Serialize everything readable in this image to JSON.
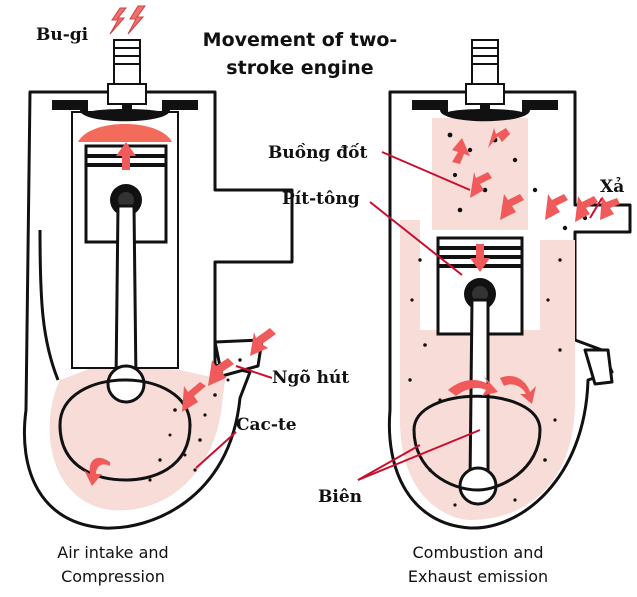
{
  "title": [
    "Movement of two-",
    "stroke engine"
  ],
  "labels": {
    "spark_plug": "Bu-gi",
    "combustion_chamber": "Buồng đốt",
    "piston": "Pít-tông",
    "exhaust": "Xả",
    "intake_port": "Ngõ hút",
    "crankcase": "Cac-te",
    "connecting_rod": "Biên"
  },
  "captions": {
    "left": [
      "Air intake and",
      "Compression"
    ],
    "right": [
      "Combustion and",
      "Exhaust emission"
    ]
  },
  "colors": {
    "arrow": "#f05a5a",
    "leader": "#c8102e",
    "spark": "#f07070",
    "fuel_charge": "#f7dcd8",
    "compressed_charge": "#f26b5b",
    "outline": "#111111"
  },
  "icons": [
    "spark-icon",
    "spark-icon"
  ]
}
